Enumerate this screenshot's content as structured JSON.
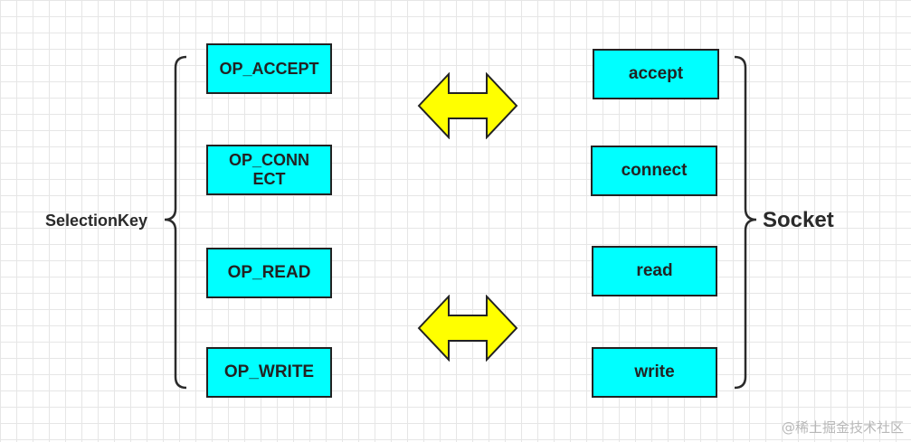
{
  "selection_key": {
    "label": "SelectionKey",
    "ops": [
      "OP_ACCEPT",
      "OP_CONN\nECT",
      "OP_READ",
      "OP_WRITE"
    ]
  },
  "socket": {
    "label": "Socket",
    "ops": [
      "accept",
      "connect",
      "read",
      "write"
    ]
  },
  "arrows": {
    "count": 2,
    "fill_color": "#ffff00",
    "direction": "bidirectional"
  },
  "colors": {
    "box_fill": "#00ffff",
    "box_border": "#222222",
    "grid": "#e6e6e6"
  },
  "watermark": "@稀土掘金技术社区"
}
